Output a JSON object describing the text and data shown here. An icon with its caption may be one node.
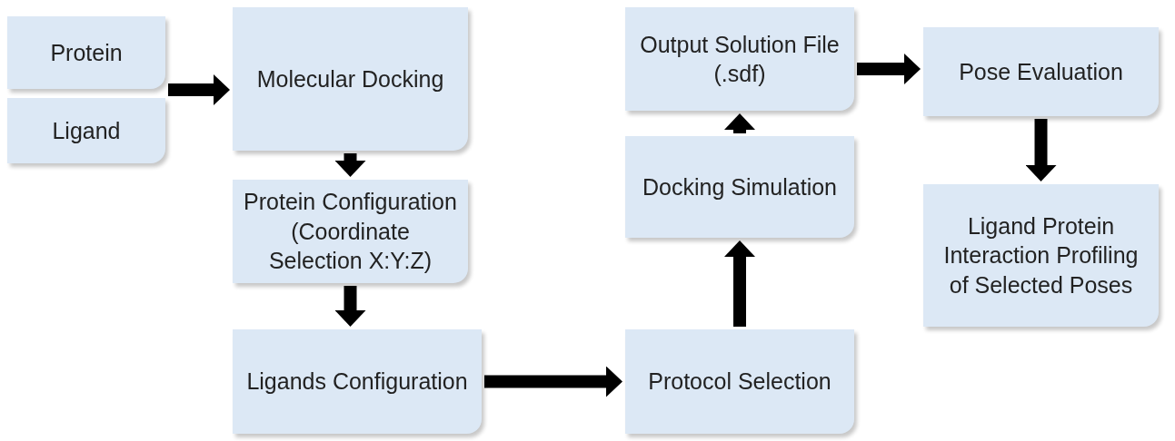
{
  "diagram": {
    "nodes": [
      {
        "text": [
          "Protein"
        ]
      },
      {
        "text": [
          "Ligand"
        ]
      },
      {
        "text": [
          "Molecular Docking"
        ]
      },
      {
        "text": [
          "Output Solution File (.sdf)"
        ]
      },
      {
        "text": [
          "Pose Evaluation"
        ]
      },
      {
        "text": [
          "Protein Configuration (Coordinate Selection X:Y:Z)"
        ]
      },
      {
        "text": [
          "Docking Simulation"
        ]
      },
      {
        "text": [
          "Ligand Protein Interaction Profiling of Selected Poses"
        ]
      },
      {
        "text": [
          "Ligands Configuration"
        ]
      },
      {
        "text": [
          "Protocol Selection"
        ]
      }
    ],
    "edges": [
      {
        "from": 0,
        "to": 2,
        "arrow": "to"
      },
      {
        "from": 1,
        "to": 2,
        "arrow": "to"
      },
      {
        "from": 2,
        "to": 5,
        "arrow": "to"
      },
      {
        "from": 5,
        "to": 8,
        "arrow": "to"
      },
      {
        "from": 8,
        "to": 9,
        "arrow": "to"
      },
      {
        "from": 9,
        "to": 6,
        "arrow": "to"
      },
      {
        "from": 6,
        "to": 3,
        "arrow": "to"
      },
      {
        "from": 3,
        "to": 4,
        "arrow": "to"
      },
      {
        "from": 4,
        "to": 7,
        "arrow": "to"
      }
    ]
  }
}
